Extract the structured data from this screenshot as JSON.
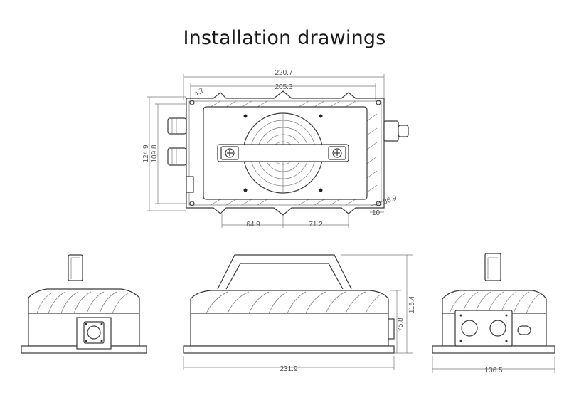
{
  "title": "Installation drawings",
  "dimensions": {
    "top_overall_width": "220.7",
    "top_mount_width": "205.3",
    "top_corner": "4.7",
    "top_overall_height": "124.9",
    "top_mount_height": "109.8",
    "top_bottom_left": "64.9",
    "top_bottom_right": "71.2",
    "top_side_right": "36.9",
    "top_side_small": "10",
    "front_width": "231.9",
    "front_height_total": "115.4",
    "front_height_body": "75.8",
    "side_width": "136.5"
  }
}
